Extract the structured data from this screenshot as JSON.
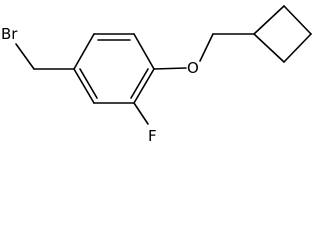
{
  "molecule": {
    "atoms": {
      "bromine": "Br",
      "oxygen": "O",
      "fluorine": "F"
    },
    "colors": {
      "bond": "#000000",
      "label": "#000000",
      "background": "#ffffff"
    }
  }
}
